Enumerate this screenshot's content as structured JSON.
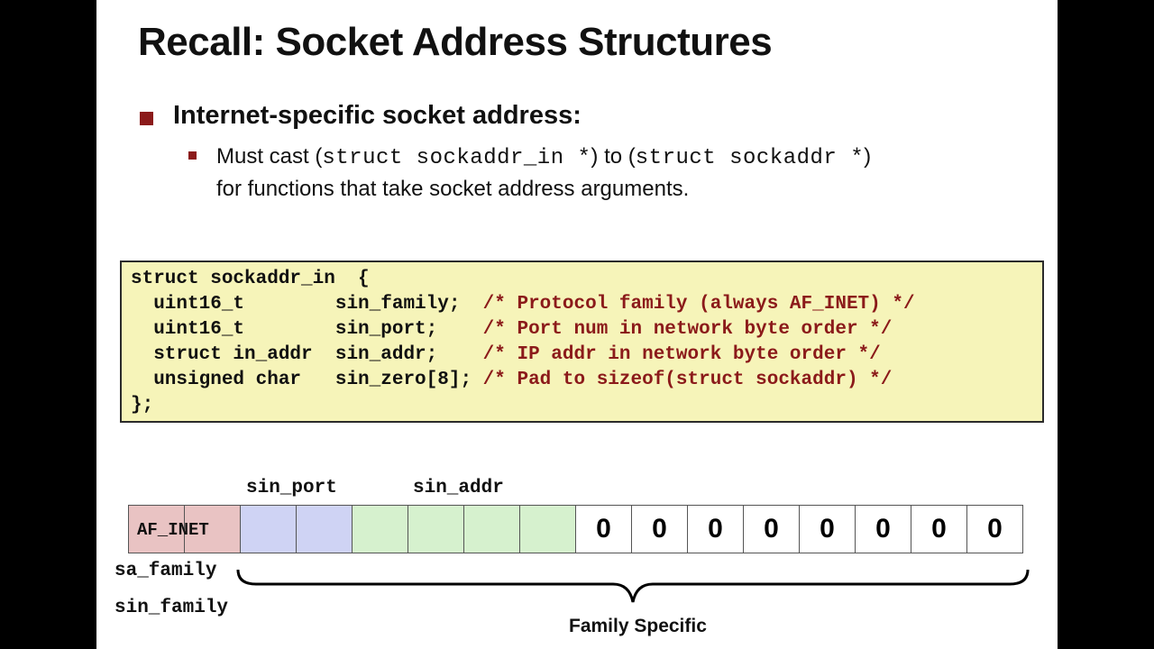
{
  "title": "Recall: Socket Address Structures",
  "bullet": "Internet-specific socket address:",
  "sub_bullet": {
    "must_cast": "Must cast ",
    "open1": "(",
    "code1": "struct sockaddr_in *",
    "close1": ")",
    "to": " to ",
    "open2": "(",
    "code2": "struct sockaddr *",
    "close2": ")",
    "line2": "for functions that take socket address arguments."
  },
  "code": {
    "line0": "struct sockaddr_in  {",
    "fields": [
      {
        "decl": "  uint16_t        sin_family;  ",
        "comment": "/* Protocol family (always AF_INET) */"
      },
      {
        "decl": "  uint16_t        sin_port;    ",
        "comment": "/* Port num in network byte order */"
      },
      {
        "decl": "  struct in_addr  sin_addr;    ",
        "comment": "/* IP addr in network byte order */"
      },
      {
        "decl": "  unsigned char   sin_zero[8]; ",
        "comment": "/* Pad to sizeof(struct sockaddr) */"
      }
    ],
    "last": "};"
  },
  "diagram": {
    "labels": {
      "sin_port": "sin_port",
      "sin_addr": "sin_addr",
      "sa_family": "sa_family",
      "sin_family": "sin_family",
      "family_specific": "Family Specific"
    },
    "af_inet": "AF_INET",
    "zeros": [
      "0",
      "0",
      "0",
      "0",
      "0",
      "0",
      "0",
      "0"
    ],
    "colors": {
      "family": "#e9c3c3",
      "port": "#cfd3f4",
      "addr": "#d6f1ce",
      "zero": "#ffffff",
      "code_bg": "#f6f4b9",
      "comment": "#8b1a1a",
      "bullet": "#8b1a1a"
    }
  }
}
